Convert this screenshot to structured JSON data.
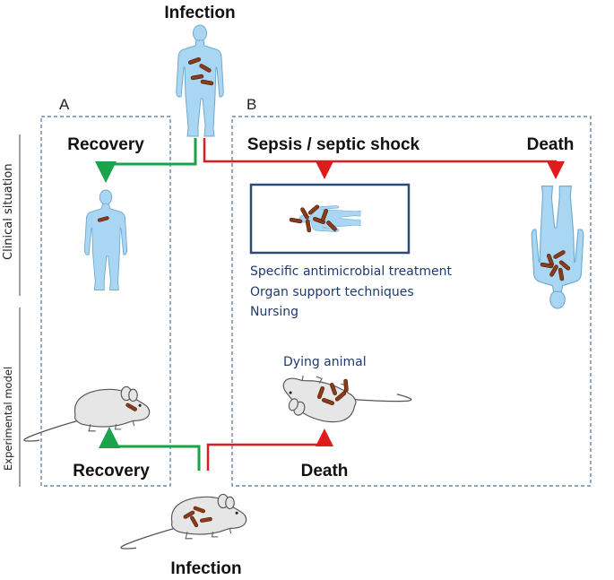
{
  "top_infection_label": "Infection",
  "bottom_infection_label": "Infection",
  "panel_a": {
    "letter": "A",
    "recovery_top": "Recovery",
    "recovery_bottom": "Recovery"
  },
  "panel_b": {
    "letter": "B",
    "sepsis_label": "Sepsis / septic shock",
    "death_top": "Death",
    "death_bottom": "Death",
    "treatments": [
      "Specific antimicrobial treatment",
      "Organ support techniques",
      "Nursing"
    ],
    "dying_animal": "Dying animal"
  },
  "side_labels": {
    "clinical": "Clinical situation",
    "experimental": "Experimental model"
  },
  "colors": {
    "recovery_arrow": "#1aa34a",
    "death_arrow": "#e01b1b",
    "panel_border": "#4f6f9e",
    "body_fill": "#a9d6f3",
    "bacteria": "#8a3c1a",
    "box_border": "#2e4b73"
  },
  "icons": [
    "human-body-icon",
    "lying-patient-icon",
    "dead-patient-icon",
    "mouse-icon",
    "dying-mouse-icon",
    "bacteria-icon"
  ]
}
